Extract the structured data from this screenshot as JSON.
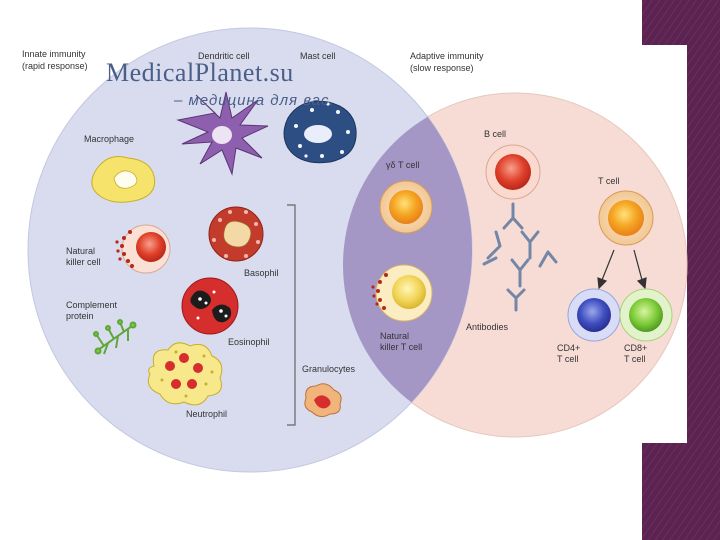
{
  "innate": {
    "title": "Innate immunity",
    "subtitle": "(rapid response)",
    "macrophage": "Macrophage",
    "dendritic_cell": "Dendritic cell",
    "mast_cell": "Mast cell",
    "nk_cell_line1": "Natural",
    "nk_cell_line2": "killer cell",
    "complement_line1": "Complement",
    "complement_line2": "protein",
    "basophil": "Basophil",
    "eosinophil": "Eosinophil",
    "neutrophil": "Neutrophil",
    "granulocytes": "Granulocytes"
  },
  "adaptive": {
    "title": "Adaptive immunity",
    "subtitle": "(slow response)",
    "b_cell": "B cell",
    "t_cell": "T cell",
    "antibodies": "Antibodies",
    "cd4_line1": "CD4+",
    "cd4_line2": "T cell",
    "cd8_line1": "CD8+",
    "cd8_line2": "T cell"
  },
  "overlap": {
    "gd_t_cell": "γδ T cell",
    "nkt_line1": "Natural",
    "nkt_line2": "killer T cell"
  },
  "watermark": {
    "site": "MedicalPlanet.su",
    "tagline": "– медицина для вас."
  },
  "colors": {
    "innate_circle": "#d9dcee",
    "adaptive_circle": "#f6dcd4",
    "overlap": "#a497c6",
    "side_panel": "#5a2350"
  }
}
